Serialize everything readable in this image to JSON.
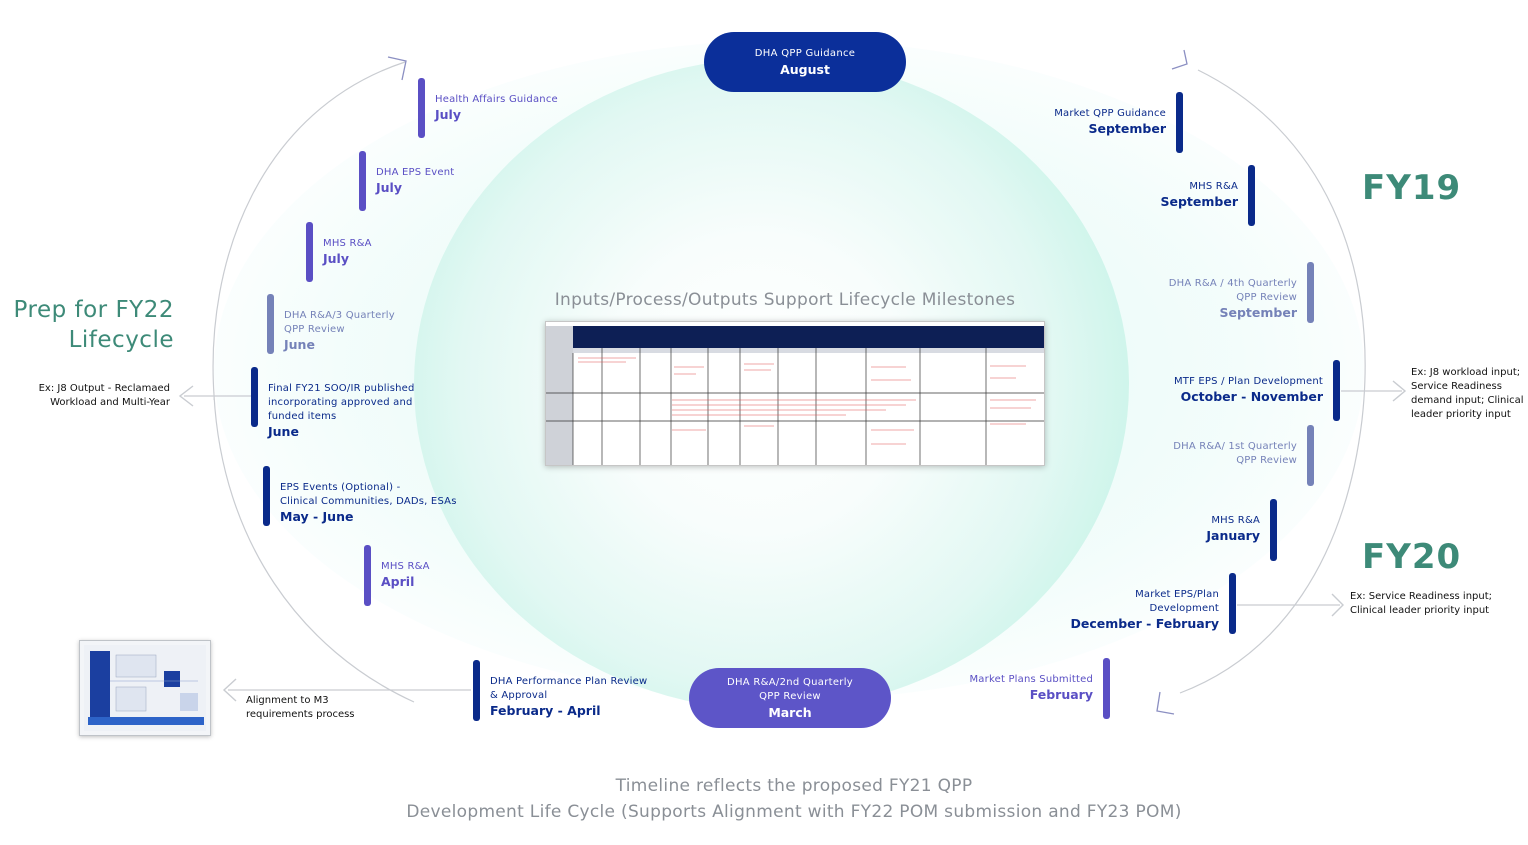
{
  "colors": {
    "navy": "#0a2a8a",
    "purple": "#5a4fc4",
    "slate": "#7582b8",
    "teal": "#3d8a78",
    "gray_text": "#8a8f96",
    "navy_pill": "#0b2f9a",
    "purple_pill": "#5d55c8"
  },
  "pills": {
    "top": {
      "label": "DHA QPP Guidance",
      "month": "August"
    },
    "bottom": {
      "label_line1": "DHA R&A/2nd Quarterly",
      "label_line2": "QPP Review",
      "month": "March"
    }
  },
  "left_milestones": [
    {
      "id": "health-affairs-guidance",
      "lines": [
        "Health Affairs Guidance"
      ],
      "month": "July",
      "tone": "purple"
    },
    {
      "id": "dha-eps-event",
      "lines": [
        "DHA EPS Event"
      ],
      "month": "July",
      "tone": "purple"
    },
    {
      "id": "mhs-ra-july",
      "lines": [
        "MHS R&A"
      ],
      "month": "July",
      "tone": "purple"
    },
    {
      "id": "dha-ra-3-quarterly",
      "lines": [
        "DHA R&A/3 Quarterly",
        "QPP Review"
      ],
      "month": "June",
      "tone": "slate"
    },
    {
      "id": "final-fy21-soo",
      "lines": [
        "Final FY21 SOO/IR published",
        "incorporating approved and",
        "funded items"
      ],
      "month": "June",
      "tone": "navy"
    },
    {
      "id": "eps-events-optional",
      "lines": [
        "EPS Events (Optional) -",
        "Clinical Communities, DADs, ESAs"
      ],
      "month": "May - June",
      "tone": "navy"
    },
    {
      "id": "mhs-ra-april",
      "lines": [
        "MHS R&A"
      ],
      "month": "April",
      "tone": "purple"
    },
    {
      "id": "dha-performance-plan",
      "lines": [
        "DHA Performance Plan Review",
        "& Approval"
      ],
      "month": "February - April",
      "tone": "navy"
    }
  ],
  "right_milestones": [
    {
      "id": "market-qpp-guidance",
      "lines": [
        "Market QPP Guidance"
      ],
      "month": "September",
      "tone": "navy"
    },
    {
      "id": "mhs-ra-september",
      "lines": [
        "MHS R&A"
      ],
      "month": "September",
      "tone": "navy"
    },
    {
      "id": "dha-ra-4th-quarterly",
      "lines": [
        "DHA R&A / 4th Quarterly",
        "QPP Review"
      ],
      "month": "September",
      "tone": "slate"
    },
    {
      "id": "mtf-eps-plan-dev",
      "lines": [
        "MTF EPS / Plan Development"
      ],
      "month": "October - November",
      "tone": "navy"
    },
    {
      "id": "dha-ra-1st-quarterly",
      "lines": [
        "DHA R&A/ 1st Quarterly",
        "QPP Review"
      ],
      "month": "",
      "tone": "slate"
    },
    {
      "id": "mhs-ra-january",
      "lines": [
        "MHS R&A"
      ],
      "month": "January",
      "tone": "navy"
    },
    {
      "id": "market-eps-plan-dev",
      "lines": [
        "Market EPS/Plan",
        "Development"
      ],
      "month": "December - February",
      "tone": "navy"
    },
    {
      "id": "market-plans-submitted",
      "lines": [
        "Market Plans Submitted"
      ],
      "month": "February",
      "tone": "purple"
    }
  ],
  "titles": {
    "fy19": "FY19",
    "fy20": "FY20",
    "prep_line1": "Prep for FY22",
    "prep_line2": "Lifecycle",
    "center": "Inputs/Process/Outputs Support Lifecycle Milestones"
  },
  "notes": {
    "j8_output": [
      "Ex: J8 Output - Reclamaed",
      "Workload and Multi-Year"
    ],
    "m3_alignment": [
      "Alignment to M3",
      "requirements process"
    ],
    "j8_workload": [
      "Ex: J8 workload input;",
      "Service Readiness",
      "demand input; Clinical",
      "leader priority input"
    ],
    "service_readiness": [
      "Ex: Service Readiness input;",
      "Clinical leader priority input"
    ]
  },
  "footer": {
    "line1": "Timeline reflects the proposed FY21 QPP",
    "line2": "Development Life Cycle (Supports Alignment with FY22 POM submission and FY23 POM)"
  }
}
